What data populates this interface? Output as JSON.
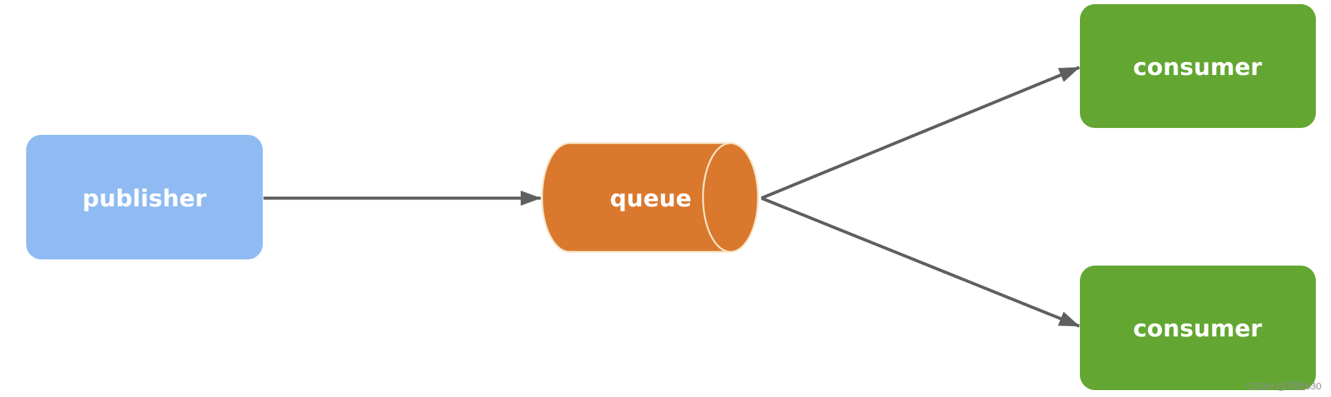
{
  "diagram": {
    "publisher": {
      "label": "publisher",
      "color": "#8FBBF2"
    },
    "queue": {
      "label": "queue",
      "color": "#DA792E",
      "outline": "#F5E6C8"
    },
    "consumers": [
      {
        "label": "consumer",
        "color": "#63A732"
      },
      {
        "label": "consumer",
        "color": "#63A732"
      }
    ],
    "arrow_color": "#5F5F5F"
  },
  "watermark": "CSDN @学徒630"
}
